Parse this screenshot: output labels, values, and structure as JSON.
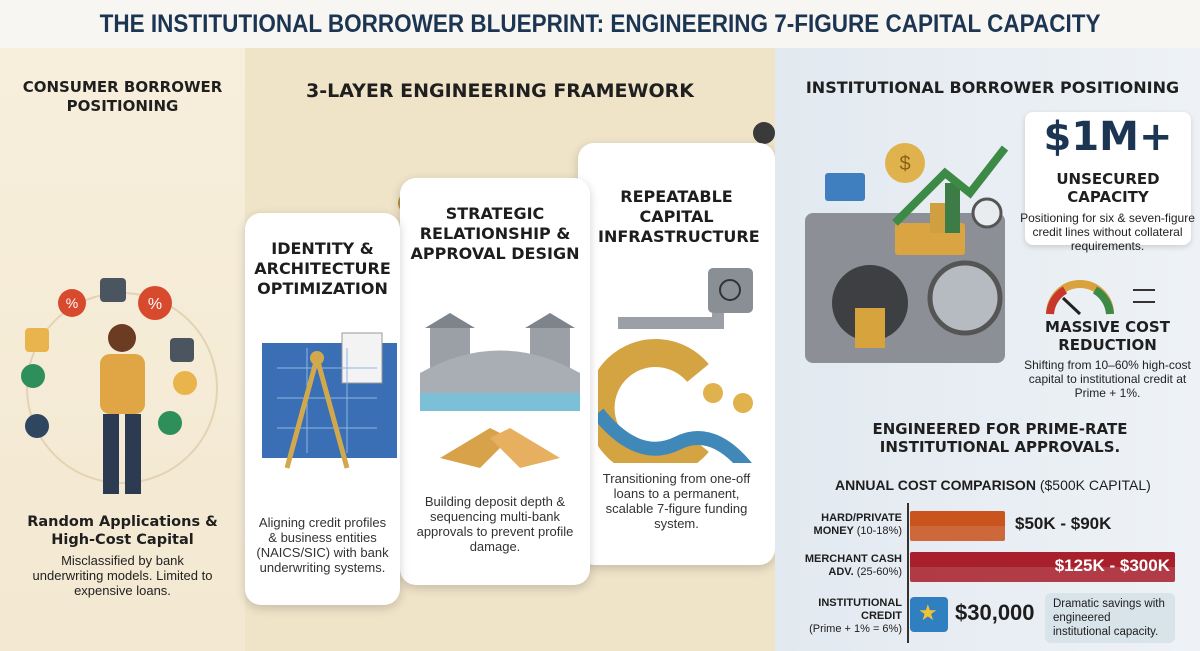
{
  "title": "THE INSTITUTIONAL BORROWER BLUEPRINT: ENGINEERING 7-FIGURE CAPITAL CAPACITY",
  "left": {
    "heading": "CONSUMER BORROWER POSITIONING",
    "subheading": "Random Applications & High-Cost Capital",
    "description": "Misclassified by bank underwriting models. Limited to expensive loans.",
    "icons": [
      "%",
      "%",
      "%",
      "%"
    ]
  },
  "middle": {
    "heading": "3-LAYER ENGINEERING FRAMEWORK",
    "cards": [
      {
        "title": "IDENTITY & ARCHITECTURE OPTIMIZATION",
        "description": "Aligning credit profiles & business entities (NAICS/SIC) with bank underwriting systems."
      },
      {
        "title": "STRATEGIC RELATIONSHIP & APPROVAL DESIGN",
        "description": "Building deposit depth & sequencing multi-bank approvals to prevent profile damage."
      },
      {
        "title": "REPEATABLE CAPITAL INFRASTRUCTURE",
        "description": "Transitioning from one-off loans to a permanent, scalable 7-figure funding system."
      }
    ]
  },
  "right": {
    "heading": "INSTITUTIONAL BORROWER POSITIONING",
    "big_value": "$1M+",
    "capacity_title": "UNSECURED CAPACITY",
    "capacity_desc": "Positioning for six & seven-figure credit lines without collateral requirements.",
    "cost_title": "MASSIVE COST REDUCTION",
    "cost_desc": "Shifting from 10–60% high-cost capital to institutional credit at Prime + 1%.",
    "tagline": "ENGINEERED FOR PRIME-RATE INSTITUTIONAL APPROVALS."
  },
  "chart_data": {
    "type": "bar",
    "title": "ANNUAL COST COMPARISON",
    "subtitle": "($500K CAPITAL)",
    "categories": [
      {
        "name": "HARD/PRIVATE MONEY",
        "rate": "(10-18%)"
      },
      {
        "name": "MERCHANT CASH ADV.",
        "rate": "(25-60%)"
      },
      {
        "name": "INSTITUTIONAL CREDIT",
        "rate": "(Prime + 1% = 6%)"
      }
    ],
    "values": [
      [
        50000,
        90000
      ],
      [
        125000,
        300000
      ],
      [
        30000,
        30000
      ]
    ],
    "labels": [
      "$50K - $90K",
      "$125K - $300K",
      "$30,000"
    ],
    "colors": [
      "#c9541e",
      "#a8202c",
      "#2f7fc1"
    ],
    "callout": "Dramatic savings with engineered institutional capacity."
  }
}
